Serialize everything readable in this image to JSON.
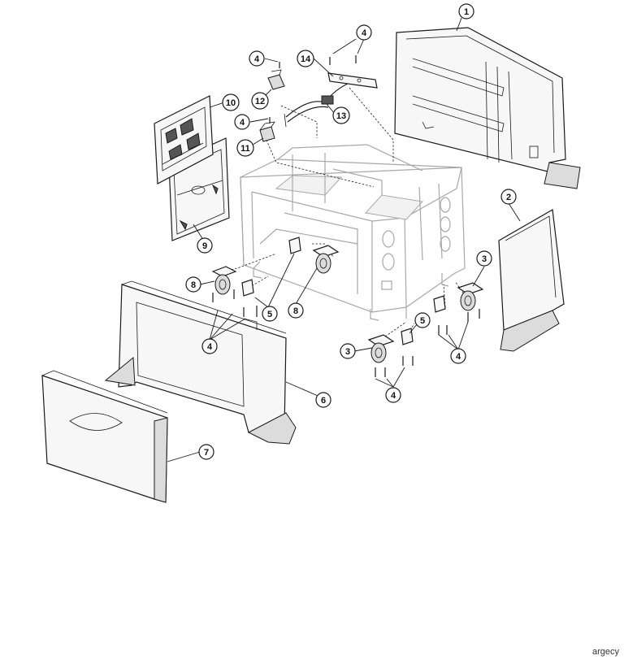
{
  "diagram": {
    "callouts": [
      {
        "id": "c1",
        "label": "1"
      },
      {
        "id": "c2",
        "label": "2"
      },
      {
        "id": "c3a",
        "label": "3"
      },
      {
        "id": "c3b",
        "label": "3"
      },
      {
        "id": "c4a",
        "label": "4"
      },
      {
        "id": "c4b",
        "label": "4"
      },
      {
        "id": "c4c",
        "label": "4"
      },
      {
        "id": "c4d",
        "label": "4"
      },
      {
        "id": "c4e",
        "label": "4"
      },
      {
        "id": "c4f",
        "label": "4"
      },
      {
        "id": "c5a",
        "label": "5"
      },
      {
        "id": "c5b",
        "label": "5"
      },
      {
        "id": "c6",
        "label": "6"
      },
      {
        "id": "c7",
        "label": "7"
      },
      {
        "id": "c8a",
        "label": "8"
      },
      {
        "id": "c8b",
        "label": "8"
      },
      {
        "id": "c9",
        "label": "9"
      },
      {
        "id": "c10",
        "label": "10"
      },
      {
        "id": "c11",
        "label": "11"
      },
      {
        "id": "c12",
        "label": "12"
      },
      {
        "id": "c13",
        "label": "13"
      },
      {
        "id": "c14",
        "label": "14"
      }
    ]
  },
  "watermark": "argecy"
}
